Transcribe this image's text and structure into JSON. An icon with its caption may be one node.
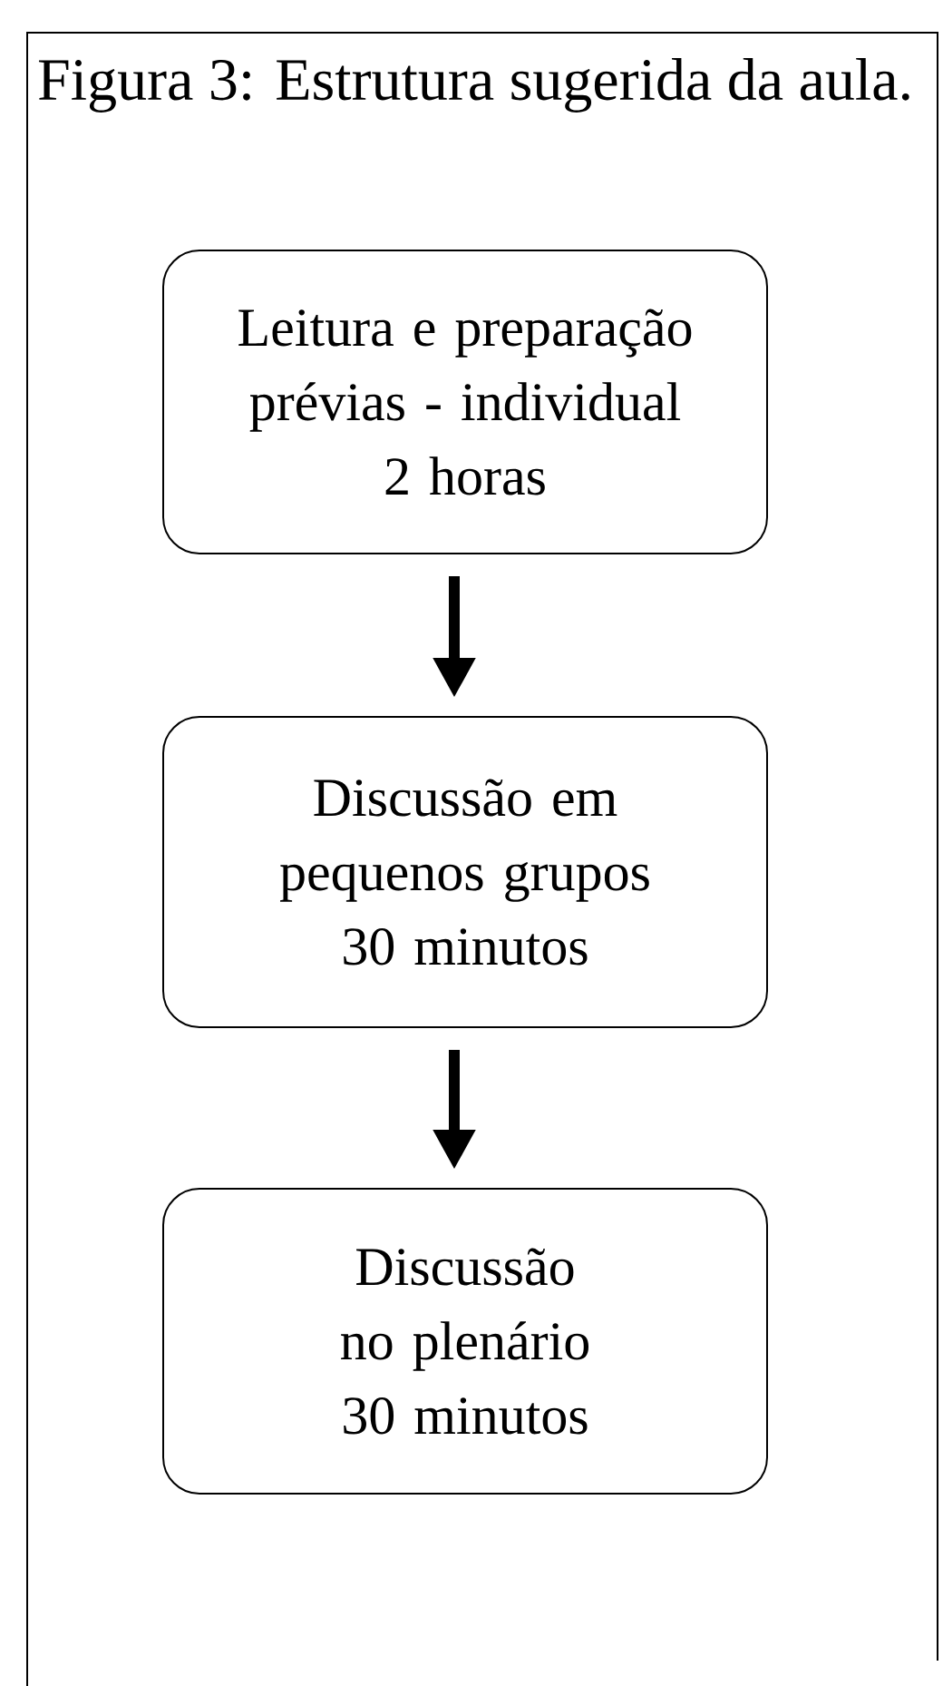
{
  "diagram": {
    "title": "Figura 3: Estrutura sugerida da aula.",
    "nodes": [
      {
        "text": [
          "Leitura e preparação prévias - individual",
          "2 horas"
        ]
      },
      {
        "text": [
          "Discussão em pequenos grupos",
          "30 minutos"
        ]
      },
      {
        "text": [
          "Discussão no plenário",
          "30 minutos"
        ]
      }
    ],
    "edges": [
      {
        "from": 0,
        "to": 1,
        "arrow": "to"
      },
      {
        "from": 1,
        "to": 2,
        "arrow": "to"
      }
    ]
  }
}
